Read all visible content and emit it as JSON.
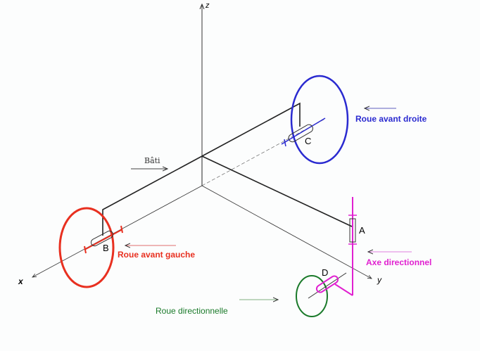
{
  "axes": {
    "x": "x",
    "y": "y",
    "z": "z"
  },
  "points": {
    "A": "A",
    "B": "B",
    "C": "C",
    "D": "D"
  },
  "labels": {
    "bati": "Bâti",
    "roue_avant_droite": "Roue avant droite",
    "roue_avant_gauche": "Roue avant gauche",
    "axe_directionnel": "Axe directionnel",
    "roue_directionnelle": "Roue directionnelle"
  },
  "colors": {
    "frame": "#222222",
    "right_wheel": "#2a2ad0",
    "left_wheel": "#e83020",
    "steering_axis": "#e020d0",
    "steering_wheel": "#1a7a2a"
  }
}
